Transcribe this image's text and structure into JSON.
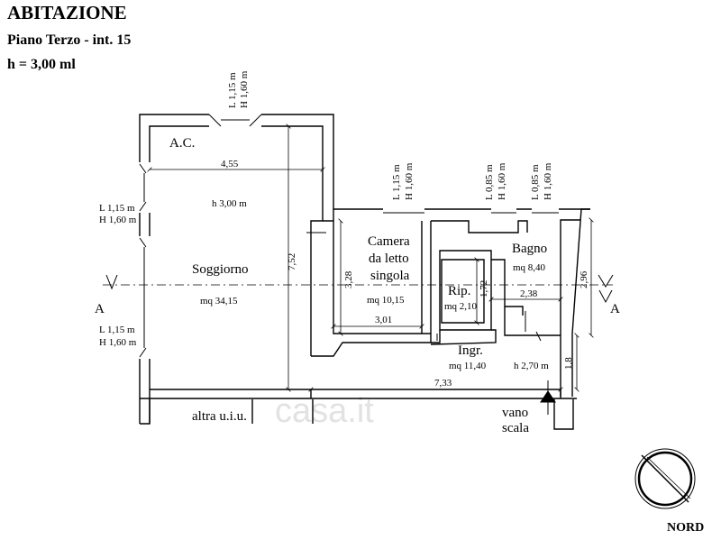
{
  "header": {
    "title": "ABITAZIONE",
    "subtitle": "Piano Terzo - int. 15",
    "height": "h = 3,00 ml"
  },
  "rooms": {
    "soggiorno": {
      "name": "Soggiorno",
      "area": "mq 34,15",
      "ac": "A.C.",
      "height": "h 3,00 m"
    },
    "camera": {
      "name_l1": "Camera",
      "name_l2": "da letto",
      "name_l3": "singola",
      "area": "mq 10,15"
    },
    "bagno": {
      "name": "Bagno",
      "area": "mq 8,40"
    },
    "rip": {
      "name": "Rip.",
      "area": "mq 2,10"
    },
    "ingresso": {
      "name": "Ingr.",
      "area": "mq 11,40",
      "height": "h 2,70 m"
    }
  },
  "dimensions": {
    "soggiorno_width": "4,55",
    "soggiorno_depth": "7,52",
    "camera_depth": "3,28",
    "camera_width": "3,01",
    "rip_depth": "1,72",
    "bagno_width": "2,38",
    "bagno_depth": "2,96",
    "total_width": "7,33",
    "ingresso_depth": "1,8"
  },
  "windows": {
    "top_soggiorno": {
      "l": "L 1,15 m",
      "h": "H 1,60 m"
    },
    "left_upper": {
      "l": "L 1,15 m",
      "h": "H 1,60 m"
    },
    "left_lower": {
      "l": "L 1,15 m",
      "h": "H 1,60 m"
    },
    "camera": {
      "l": "L 1,15 m",
      "h": "H 1,60 m"
    },
    "bagno_1": {
      "l": "L 0,85 m",
      "h": "H 1,60 m"
    },
    "bagno_2": {
      "l": "L 0,85 m",
      "h": "H 1,60 m"
    }
  },
  "section_marks": {
    "left": "A",
    "right": "A"
  },
  "labels": {
    "altra": "altra u.i.u.",
    "vano_l1": "vano",
    "vano_l2": "scala",
    "north": "NORD",
    "watermark": "casa.it"
  }
}
